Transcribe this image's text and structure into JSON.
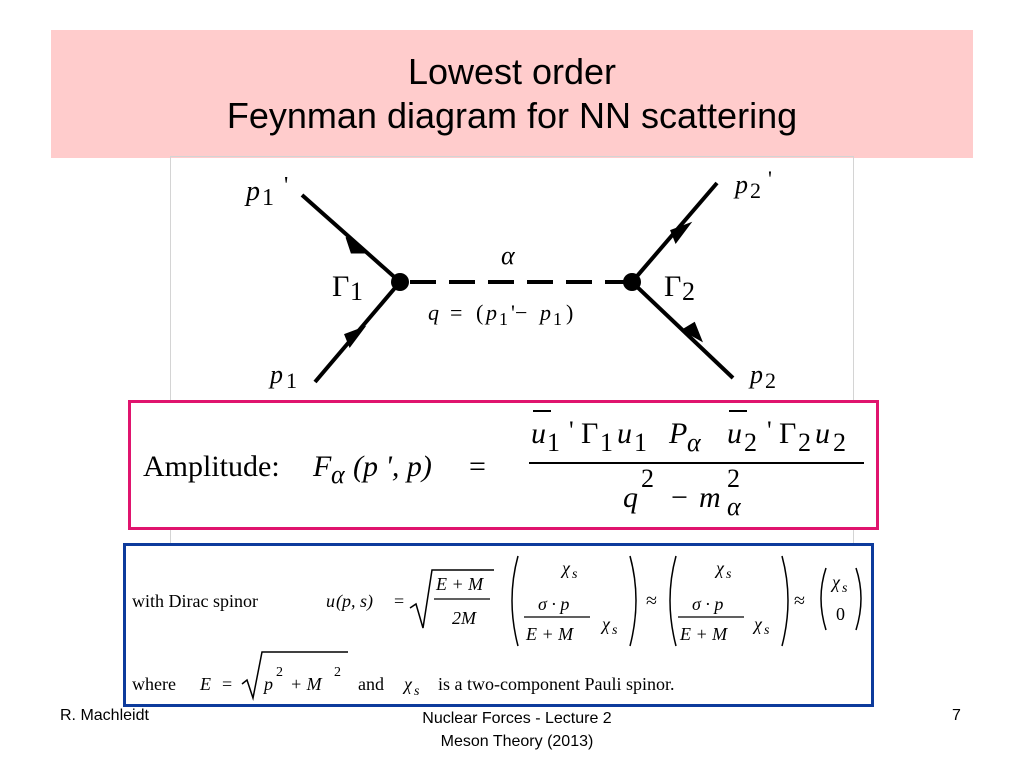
{
  "slide": {
    "title_line1": "Lowest order",
    "title_line2": "Feynman diagram for NN scattering"
  },
  "diagram": {
    "top_left_label": "p",
    "top_left_sub": "1",
    "top_left_prime": "'",
    "top_right_label": "p",
    "top_right_sub": "2",
    "top_right_prime": "'",
    "bottom_left_label": "p",
    "bottom_left_sub": "1",
    "bottom_right_label": "p",
    "bottom_right_sub": "2",
    "left_vertex_label": "Γ",
    "left_vertex_sub": "1",
    "right_vertex_label": "Γ",
    "right_vertex_sub": "2",
    "exchange_label": "α",
    "momentum_q": "q",
    "momentum_eq": "=",
    "momentum_open": "(",
    "momentum_p1a": "p",
    "momentum_sub1a": "1",
    "momentum_prime_minus": "'−",
    "momentum_p1b": "p",
    "momentum_sub1b": "1",
    "momentum_close": ")"
  },
  "amplitude": {
    "label": "Amplitude:",
    "F": "F",
    "F_sub": "α",
    "args": "(p ', p)",
    "equals": "=",
    "num_u1": "u",
    "num_u1_sub": "1",
    "num_prime1": "'",
    "num_gamma1": "Γ",
    "num_gamma1_sub": "1",
    "num_u1b": "u",
    "num_u1b_sub": "1",
    "num_P": "P",
    "num_P_sub": "α",
    "num_u2": "u",
    "num_u2_sub": "2",
    "num_prime2": "'",
    "num_gamma2": "Γ",
    "num_gamma2_sub": "2",
    "num_u2b": "u",
    "num_u2b_sub": "2",
    "den_q": "q",
    "den_q_exp": "2",
    "den_minus": "−",
    "den_m": "m",
    "den_m_exp": "2",
    "den_m_sub": "α"
  },
  "dirac": {
    "with_text": "with Dirac spinor",
    "u_expr": "u",
    "u_args": "(p, s)",
    "equals": "=",
    "sqrt_num": "E + M",
    "sqrt_den": "2M",
    "chi": "χ",
    "chi_sub": "s",
    "sigma_dot_p": "σ · p",
    "frac_den": "E + M",
    "approx": "≈",
    "zero": "0",
    "where_text": "where",
    "E": "E",
    "where_eq": "=",
    "p_sq": "p",
    "p_exp": "2",
    "plus_M": "+ M",
    "M_exp": "2",
    "and_text": "and",
    "pauli_text": "is a two-component Pauli spinor."
  },
  "footer": {
    "author": "R. Machleidt",
    "course_line1": "Nuclear Forces - Lecture 2",
    "course_line2": "Meson Theory (2013)",
    "page_number": "7"
  }
}
